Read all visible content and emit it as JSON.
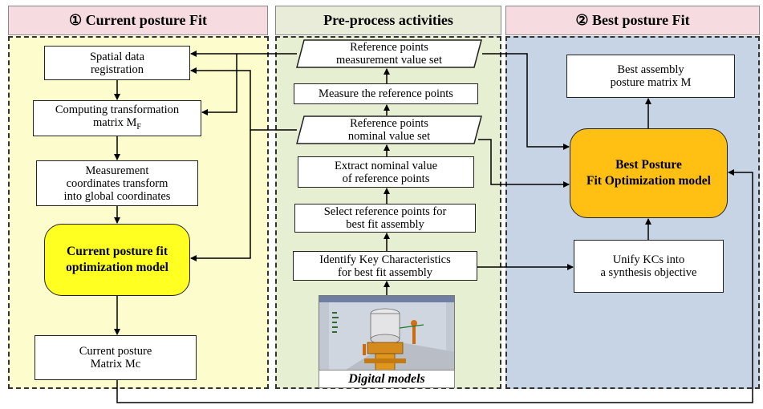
{
  "colors": {
    "left_panel_bg": "#fdfccd",
    "middle_panel_bg": "#e6efd2",
    "right_panel_bg": "#c7d4e6",
    "left_header_bg": "#f6dbe0",
    "middle_header_bg": "#e9ecd9",
    "right_header_bg": "#f6dbe0",
    "yellow_model": "#ffff22",
    "orange_model": "#ffc013"
  },
  "left": {
    "header": "① Current posture Fit",
    "spatial": [
      "Spatial data",
      "registration"
    ],
    "computing": [
      "Computing transformation",
      "matrix M",
      "F"
    ],
    "measurement": [
      "Measurement",
      "coordinates transform",
      "into global coordinates"
    ],
    "model": [
      "Current posture fit",
      "optimization model"
    ],
    "matrix": [
      "Current posture",
      "Matrix Mc"
    ]
  },
  "middle": {
    "header": "Pre-process activities",
    "ref_measure_set": [
      "Reference points",
      "measurement value set"
    ],
    "measure": "Measure the reference  points",
    "ref_nominal_set": [
      "Reference points",
      "nominal value set"
    ],
    "extract": [
      "Extract nominal value",
      "of reference points"
    ],
    "select": [
      "Select reference points for",
      "best fit assembly"
    ],
    "identify": [
      "Identify Key Characteristics",
      "for best fit assembly"
    ],
    "caption": "Digital models"
  },
  "right": {
    "header": "② Best posture Fit",
    "best_matrix": [
      "Best assembly",
      "posture matrix M"
    ],
    "model": [
      "Best  Posture",
      "Fit Optimization model"
    ],
    "unify": [
      "Unify KCs into",
      "a synthesis objective"
    ]
  },
  "icons": {
    "digital_model_image": "cad-assembly-screenshot"
  }
}
